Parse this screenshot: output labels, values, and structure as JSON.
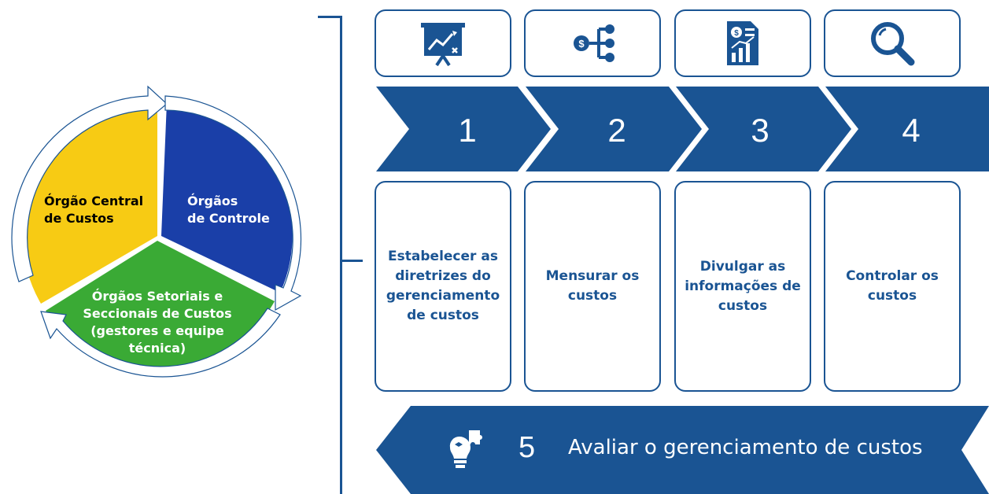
{
  "colors": {
    "brand_blue": "#1a5493",
    "yellow": "#f7cb14",
    "dark_blue": "#1a3fa8",
    "green": "#3aaa35"
  },
  "cycle": {
    "segments": [
      {
        "label_lines": [
          "Órgão Central",
          "de Custos"
        ],
        "color": "#f7cb14",
        "text_color": "#000000"
      },
      {
        "label_lines": [
          "Órgãos",
          "de Controle"
        ],
        "color": "#1a3fa8",
        "text_color": "#ffffff"
      },
      {
        "label_lines": [
          "Órgãos Setoriais e",
          "Seccionais de Custos",
          "(gestores e equipe",
          "técnica)"
        ],
        "color": "#3aaa35",
        "text_color": "#ffffff"
      }
    ]
  },
  "steps": [
    {
      "number": "1",
      "icon": "presentation-chart-icon",
      "text": "Estabelecer as diretrizes do gerenciamento de custos"
    },
    {
      "number": "2",
      "icon": "money-network-icon",
      "text": "Mensurar os custos"
    },
    {
      "number": "3",
      "icon": "financial-report-icon",
      "text": "Divulgar as informações de custos"
    },
    {
      "number": "4",
      "icon": "magnifier-icon",
      "text": "Controlar os custos"
    }
  ],
  "banner": {
    "number": "5",
    "icon": "lightbulb-puzzle-icon",
    "text": "Avaliar o gerenciamento de custos"
  }
}
